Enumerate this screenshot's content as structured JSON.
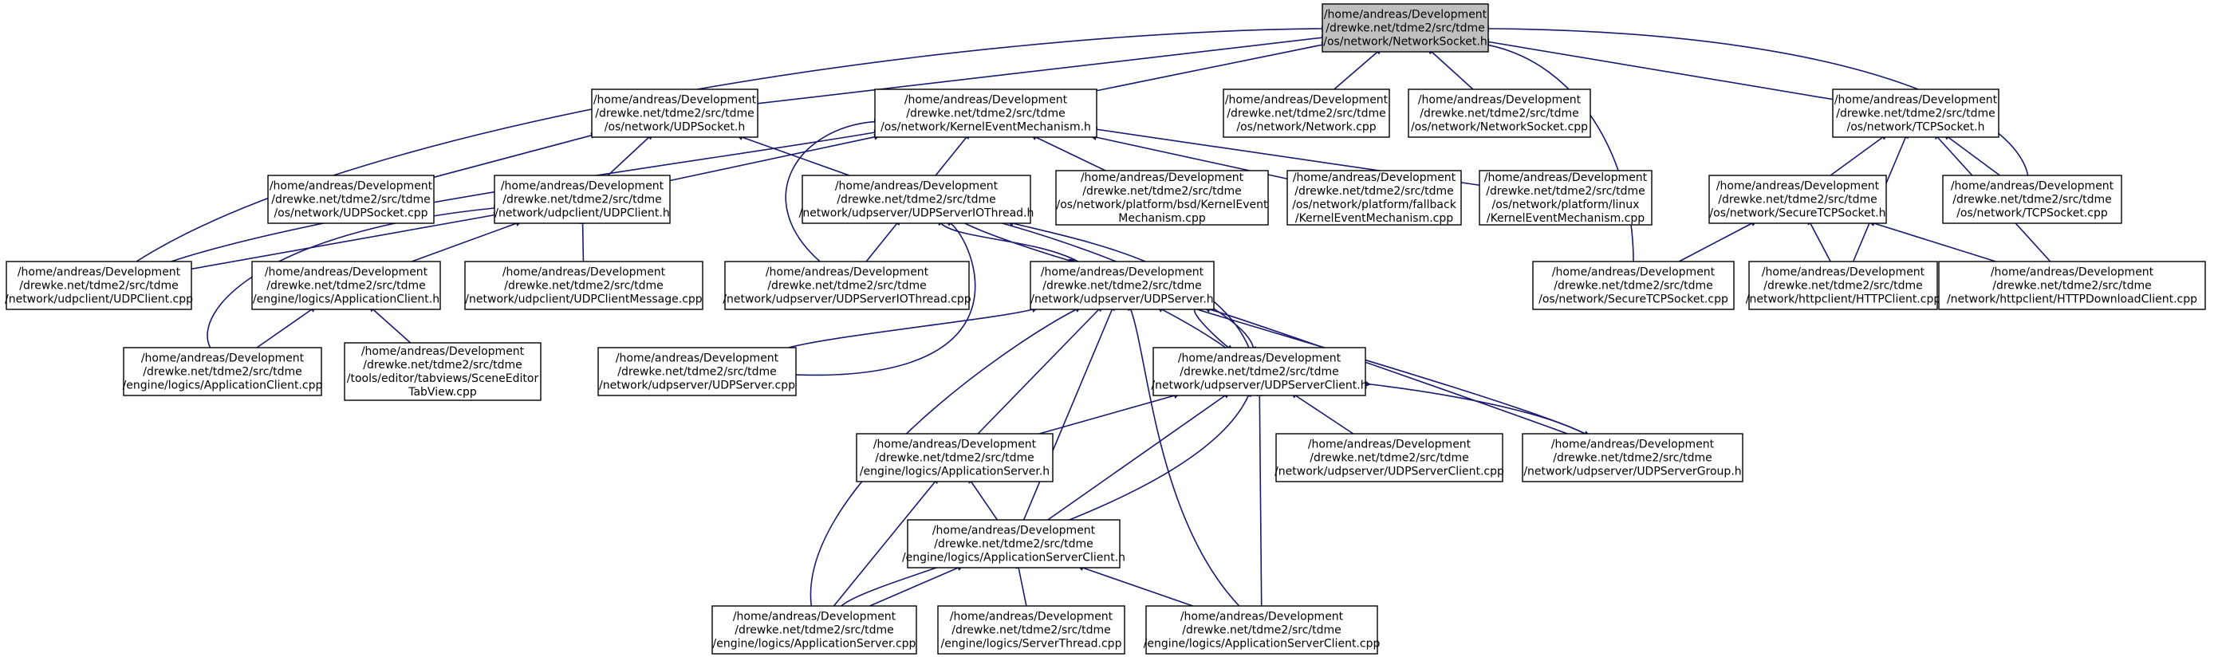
{
  "graph": {
    "nodes": [
      {
        "id": "root",
        "lines": [
          "/home/andreas/Development",
          "/drewke.net/tdme2/src/tdme",
          "/os/network/NetworkSocket.h"
        ],
        "highlight": true
      },
      {
        "id": "udpsocket_h",
        "lines": [
          "/home/andreas/Development",
          "/drewke.net/tdme2/src/tdme",
          "/os/network/UDPSocket.h"
        ]
      },
      {
        "id": "kem_h",
        "lines": [
          "/home/andreas/Development",
          "/drewke.net/tdme2/src/tdme",
          "/os/network/KernelEventMechanism.h"
        ]
      },
      {
        "id": "network_cpp",
        "lines": [
          "/home/andreas/Development",
          "/drewke.net/tdme2/src/tdme",
          "/os/network/Network.cpp"
        ]
      },
      {
        "id": "networksocket_cpp",
        "lines": [
          "/home/andreas/Development",
          "/drewke.net/tdme2/src/tdme",
          "/os/network/NetworkSocket.cpp"
        ]
      },
      {
        "id": "tcpsocket_h",
        "lines": [
          "/home/andreas/Development",
          "/drewke.net/tdme2/src/tdme",
          "/os/network/TCPSocket.h"
        ]
      },
      {
        "id": "udpsocket_cpp",
        "lines": [
          "/home/andreas/Development",
          "/drewke.net/tdme2/src/tdme",
          "/os/network/UDPSocket.cpp"
        ]
      },
      {
        "id": "udpclient_h",
        "lines": [
          "/home/andreas/Development",
          "/drewke.net/tdme2/src/tdme",
          "/network/udpclient/UDPClient.h"
        ]
      },
      {
        "id": "udpsiot_h",
        "lines": [
          "/home/andreas/Development",
          "/drewke.net/tdme2/src/tdme",
          "/network/udpserver/UDPServerIOThread.h"
        ]
      },
      {
        "id": "kem_bsd",
        "lines": [
          "/home/andreas/Development",
          "/drewke.net/tdme2/src/tdme",
          "/os/network/platform/bsd/KernelEvent",
          "Mechanism.cpp"
        ]
      },
      {
        "id": "kem_fallback",
        "lines": [
          "/home/andreas/Development",
          "/drewke.net/tdme2/src/tdme",
          "/os/network/platform/fallback",
          "/KernelEventMechanism.cpp"
        ]
      },
      {
        "id": "kem_linux",
        "lines": [
          "/home/andreas/Development",
          "/drewke.net/tdme2/src/tdme",
          "/os/network/platform/linux",
          "/KernelEventMechanism.cpp"
        ]
      },
      {
        "id": "securetcp_h",
        "lines": [
          "/home/andreas/Development",
          "/drewke.net/tdme2/src/tdme",
          "/os/network/SecureTCPSocket.h"
        ]
      },
      {
        "id": "tcpsocket_cpp",
        "lines": [
          "/home/andreas/Development",
          "/drewke.net/tdme2/src/tdme",
          "/os/network/TCPSocket.cpp"
        ]
      },
      {
        "id": "udpclient_cpp",
        "lines": [
          "/home/andreas/Development",
          "/drewke.net/tdme2/src/tdme",
          "/network/udpclient/UDPClient.cpp"
        ]
      },
      {
        "id": "appclient_h",
        "lines": [
          "/home/andreas/Development",
          "/drewke.net/tdme2/src/tdme",
          "/engine/logics/ApplicationClient.h"
        ]
      },
      {
        "id": "udpclientmsg_cpp",
        "lines": [
          "/home/andreas/Development",
          "/drewke.net/tdme2/src/tdme",
          "/network/udpclient/UDPClientMessage.cpp"
        ]
      },
      {
        "id": "udpsiot_cpp",
        "lines": [
          "/home/andreas/Development",
          "/drewke.net/tdme2/src/tdme",
          "/network/udpserver/UDPServerIOThread.cpp"
        ]
      },
      {
        "id": "udpserver_h",
        "lines": [
          "/home/andreas/Development",
          "/drewke.net/tdme2/src/tdme",
          "/network/udpserver/UDPServer.h"
        ]
      },
      {
        "id": "securetcp_cpp",
        "lines": [
          "/home/andreas/Development",
          "/drewke.net/tdme2/src/tdme",
          "/os/network/SecureTCPSocket.cpp"
        ]
      },
      {
        "id": "httpclient_cpp",
        "lines": [
          "/home/andreas/Development",
          "/drewke.net/tdme2/src/tdme",
          "/network/httpclient/HTTPClient.cpp"
        ]
      },
      {
        "id": "httpdl_cpp",
        "lines": [
          "/home/andreas/Development",
          "/drewke.net/tdme2/src/tdme",
          "/network/httpclient/HTTPDownloadClient.cpp"
        ]
      },
      {
        "id": "appclient_cpp",
        "lines": [
          "/home/andreas/Development",
          "/drewke.net/tdme2/src/tdme",
          "/engine/logics/ApplicationClient.cpp"
        ]
      },
      {
        "id": "sceneeditor_cpp",
        "lines": [
          "/home/andreas/Development",
          "/drewke.net/tdme2/src/tdme",
          "/tools/editor/tabviews/SceneEditor",
          "TabView.cpp"
        ]
      },
      {
        "id": "udpserver_cpp",
        "lines": [
          "/home/andreas/Development",
          "/drewke.net/tdme2/src/tdme",
          "/network/udpserver/UDPServer.cpp"
        ]
      },
      {
        "id": "udpsc_h",
        "lines": [
          "/home/andreas/Development",
          "/drewke.net/tdme2/src/tdme",
          "/network/udpserver/UDPServerClient.h"
        ]
      },
      {
        "id": "appserver_h",
        "lines": [
          "/home/andreas/Development",
          "/drewke.net/tdme2/src/tdme",
          "/engine/logics/ApplicationServer.h"
        ]
      },
      {
        "id": "udpsc_cpp",
        "lines": [
          "/home/andreas/Development",
          "/drewke.net/tdme2/src/tdme",
          "/network/udpserver/UDPServerClient.cpp"
        ]
      },
      {
        "id": "udpsg_h",
        "lines": [
          "/home/andreas/Development",
          "/drewke.net/tdme2/src/tdme",
          "/network/udpserver/UDPServerGroup.h"
        ]
      },
      {
        "id": "appsc_h",
        "lines": [
          "/home/andreas/Development",
          "/drewke.net/tdme2/src/tdme",
          "/engine/logics/ApplicationServerClient.h"
        ]
      },
      {
        "id": "appserver_cpp",
        "lines": [
          "/home/andreas/Development",
          "/drewke.net/tdme2/src/tdme",
          "/engine/logics/ApplicationServer.cpp"
        ]
      },
      {
        "id": "serverthread_cpp",
        "lines": [
          "/home/andreas/Development",
          "/drewke.net/tdme2/src/tdme",
          "/engine/logics/ServerThread.cpp"
        ]
      },
      {
        "id": "appsc_cpp",
        "lines": [
          "/home/andreas/Development",
          "/drewke.net/tdme2/src/tdme",
          "/engine/logics/ApplicationServerClient.cpp"
        ]
      }
    ]
  }
}
